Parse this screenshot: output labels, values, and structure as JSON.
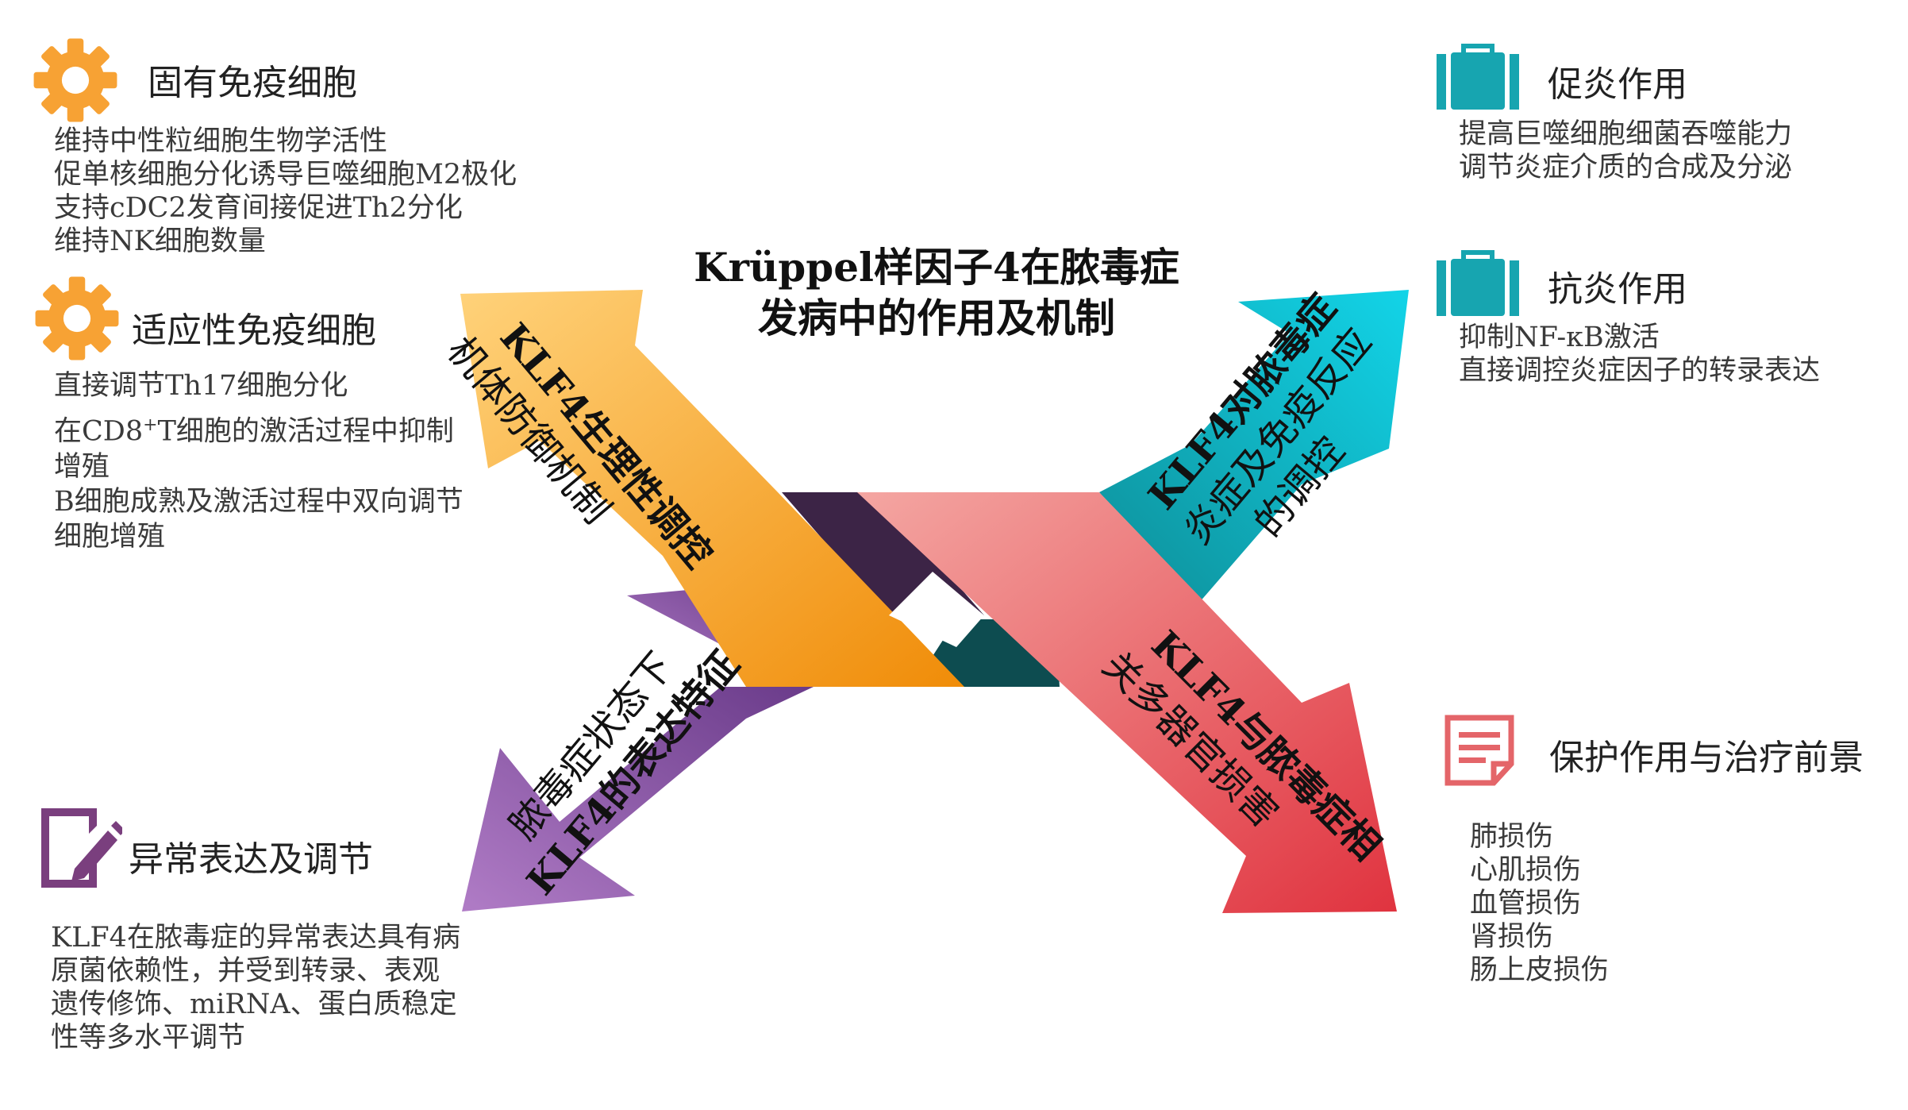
{
  "title_lines": [
    "Krüppel样因子4在脓毒症",
    "发病中的作用及机制"
  ],
  "arrows": {
    "top_left": [
      "KLF4生理性调控",
      "机体防御机制"
    ],
    "top_right": [
      "KLF4对脓毒症",
      "炎症及免疫反应",
      "的调控"
    ],
    "bottom_left": [
      "脓毒症状态下",
      "KLF4的表达特征"
    ],
    "bottom_right": [
      "KLF4与脓毒症相",
      "关多器官损害"
    ]
  },
  "sections": {
    "innate": {
      "title": "固有免疫细胞",
      "items": [
        "维持中性粒细胞生物学活性",
        "促单核细胞分化诱导巨噬细胞M2极化",
        "支持cDC2发育间接促进Th2分化",
        "维持NK细胞数量"
      ]
    },
    "adaptive": {
      "title": "适应性免疫细胞",
      "item1": "直接调节Th17细胞分化",
      "item2_pre": "在CD8",
      "item2_sup": "+",
      "item2_post": "T细胞的激活过程中抑制",
      "item2_cont": "增殖",
      "item3": "B细胞成熟及激活过程中双向调节",
      "item3_cont": "细胞增殖"
    },
    "abnormal": {
      "title": "异常表达及调节",
      "items": [
        "KLF4在脓毒症的异常表达具有病",
        "原菌依赖性，并受到转录、表观",
        "遗传修饰、miRNA、蛋白质稳定",
        "性等多水平调节"
      ]
    },
    "pro": {
      "title": "促炎作用",
      "items": [
        "提高巨噬细胞细菌吞噬能力",
        "调节炎症介质的合成及分泌"
      ]
    },
    "anti": {
      "title": "抗炎作用",
      "items": [
        "抑制NF-κB激活",
        "直接调控炎症因子的转录表达"
      ]
    },
    "protect": {
      "title": "保护作用与治疗前景",
      "items": [
        "肺损伤",
        "心肌损伤",
        "血管损伤",
        "肾损伤",
        "肠上皮损伤"
      ]
    }
  },
  "colors": {
    "orange": "#f59a1b",
    "teal": "#1ab8c8",
    "purple": "#8b55a8",
    "red": "#e05a5f",
    "gear": "#f7a234",
    "bag": "#17a5b0",
    "doc": "#e46569",
    "pen": "#7a3f7e"
  },
  "icons": [
    "gear-icon",
    "gear-icon",
    "pencil-note-icon",
    "bag-icon",
    "bag-icon",
    "document-icon"
  ]
}
